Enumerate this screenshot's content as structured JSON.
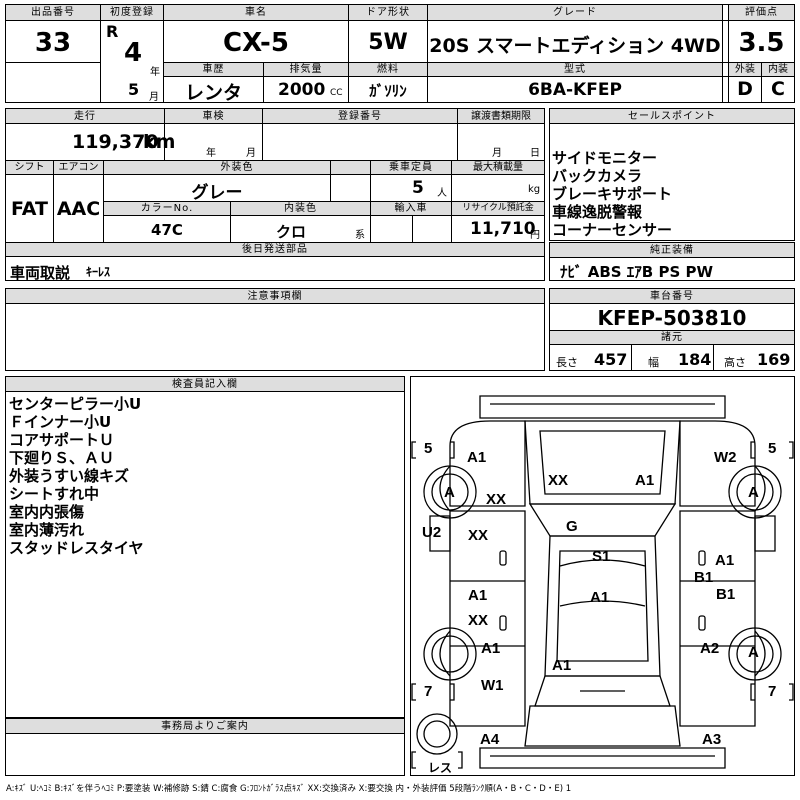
{
  "header": {
    "lot_label": "出品番号",
    "lot_no": "33",
    "first_reg_label": "初度登録",
    "era": "R",
    "year": "4",
    "year_unit": "年",
    "month": "5",
    "month_unit": "月",
    "name_label": "車名",
    "name": "CX-5",
    "door_label": "ドア形状",
    "door": "5W",
    "grade_label": "グレード",
    "grade": "20S スマートエディション 4WD",
    "score_label": "評価点",
    "score": "3.5",
    "history_label": "車歴",
    "history": "レンタ",
    "displacement_label": "排気量",
    "displacement": "2000",
    "displacement_unit": "CC",
    "fuel_label": "燃料",
    "fuel": "ｶﾞｿﾘﾝ",
    "model_label": "型式",
    "model": "6BA-KFEP",
    "ext_label": "外装",
    "ext": "D",
    "int_label": "内装",
    "int": "C"
  },
  "row2": {
    "mileage_label": "走行",
    "mileage": "119,370",
    "mileage_unit": "km",
    "inspection_label": "車検",
    "insp_year_unit": "年",
    "insp_month_unit": "月",
    "regno_label": "登録番号",
    "transfer_label": "譲渡書類期限",
    "transfer_month_unit": "月",
    "transfer_day_unit": "日",
    "shift_label": "シフト",
    "shift": "FAT",
    "ac_label": "エアコン",
    "ac": "AAC",
    "color_label": "外装色",
    "color": "グレー",
    "capacity_label": "乗車定員",
    "capacity": "5",
    "capacity_unit": "人",
    "load_label": "最大積載量",
    "load_unit": "kg",
    "colorno_label": "カラーNo.",
    "colorno": "47C",
    "intcolor_label": "内装色",
    "intcolor": "クロ",
    "intcolor_unit": "系",
    "import_label": "輸入車",
    "recycle_label": "リサイクル預託金",
    "recycle": "11,710",
    "recycle_unit": "円",
    "later_label": "後日発送部品",
    "later_main": "車両取説",
    "later_sub": "ｷｰﾚｽ"
  },
  "sales": {
    "label": "セールスポイント",
    "items": [
      "サイドモニター",
      "バックカメラ",
      "ブレーキサポート",
      "車線逸脱警報",
      "コーナーセンサー"
    ]
  },
  "equipment": {
    "label": "純正装備",
    "items": "ﾅﾋﾞ ABS ｴｱB PS PW"
  },
  "chassis": {
    "label": "車台番号",
    "value": "KFEP-503810"
  },
  "specs": {
    "label": "諸元",
    "length_label": "長さ",
    "length": "457",
    "width_label": "幅",
    "width": "184",
    "height_label": "高さ",
    "height": "169"
  },
  "notes": {
    "label": "注意事項欄"
  },
  "inspector": {
    "label": "検査員記入欄",
    "lines": [
      "センターピラー小U",
      "Ｆインナー小U",
      "コアサポートＵ",
      "下廻りＳ、ＡＵ",
      "外装うすい線キズ",
      "シートすれ中",
      "室内内張傷",
      "室内薄汚れ",
      "スタッドレスタイヤ"
    ]
  },
  "office": {
    "label": "事務局よりご案内"
  },
  "diagram": {
    "tire_fl": "5",
    "tire_fr": "5",
    "tire_rl": "7",
    "tire_rr": "7",
    "spare": "レス",
    "marks": {
      "fl_fender": "A1",
      "fl_wheel": "A",
      "fl_arch": "XX",
      "hood_l": "XX",
      "hood_r": "A1",
      "fr_fender": "W2",
      "fr_wheel": "A",
      "left_rear_mirror": "U2",
      "left_door_front": "XX",
      "roof": "G",
      "front_seat": "S1",
      "right_door_front": "A1",
      "right_sill": "B1",
      "right_door_rear": "B1",
      "left_door_rear_1": "A1",
      "left_door_rear_2": "XX",
      "rear_seat": "A1",
      "rl_wheel_top": "A1",
      "rl_wheel_bottom": "W1",
      "rr_wheel_top": "A2",
      "rr_wheel": "A",
      "cargo": "A1",
      "rear_left": "A4",
      "rear_right": "A3"
    }
  },
  "legend": "A:ｷｽﾞ U:ﾍｺﾐ B:ｷｽﾞを伴うﾍｺﾐ P:要塗装 W:補修跡 S:錆 C:腐食 G:ﾌﾛﾝﾄｶﾞﾗｽ点ｷｽﾞ XX:交換済み X:要交換 内・外装評価 5段階ﾗﾝｸ順(A・B・C・D・E) 1"
}
